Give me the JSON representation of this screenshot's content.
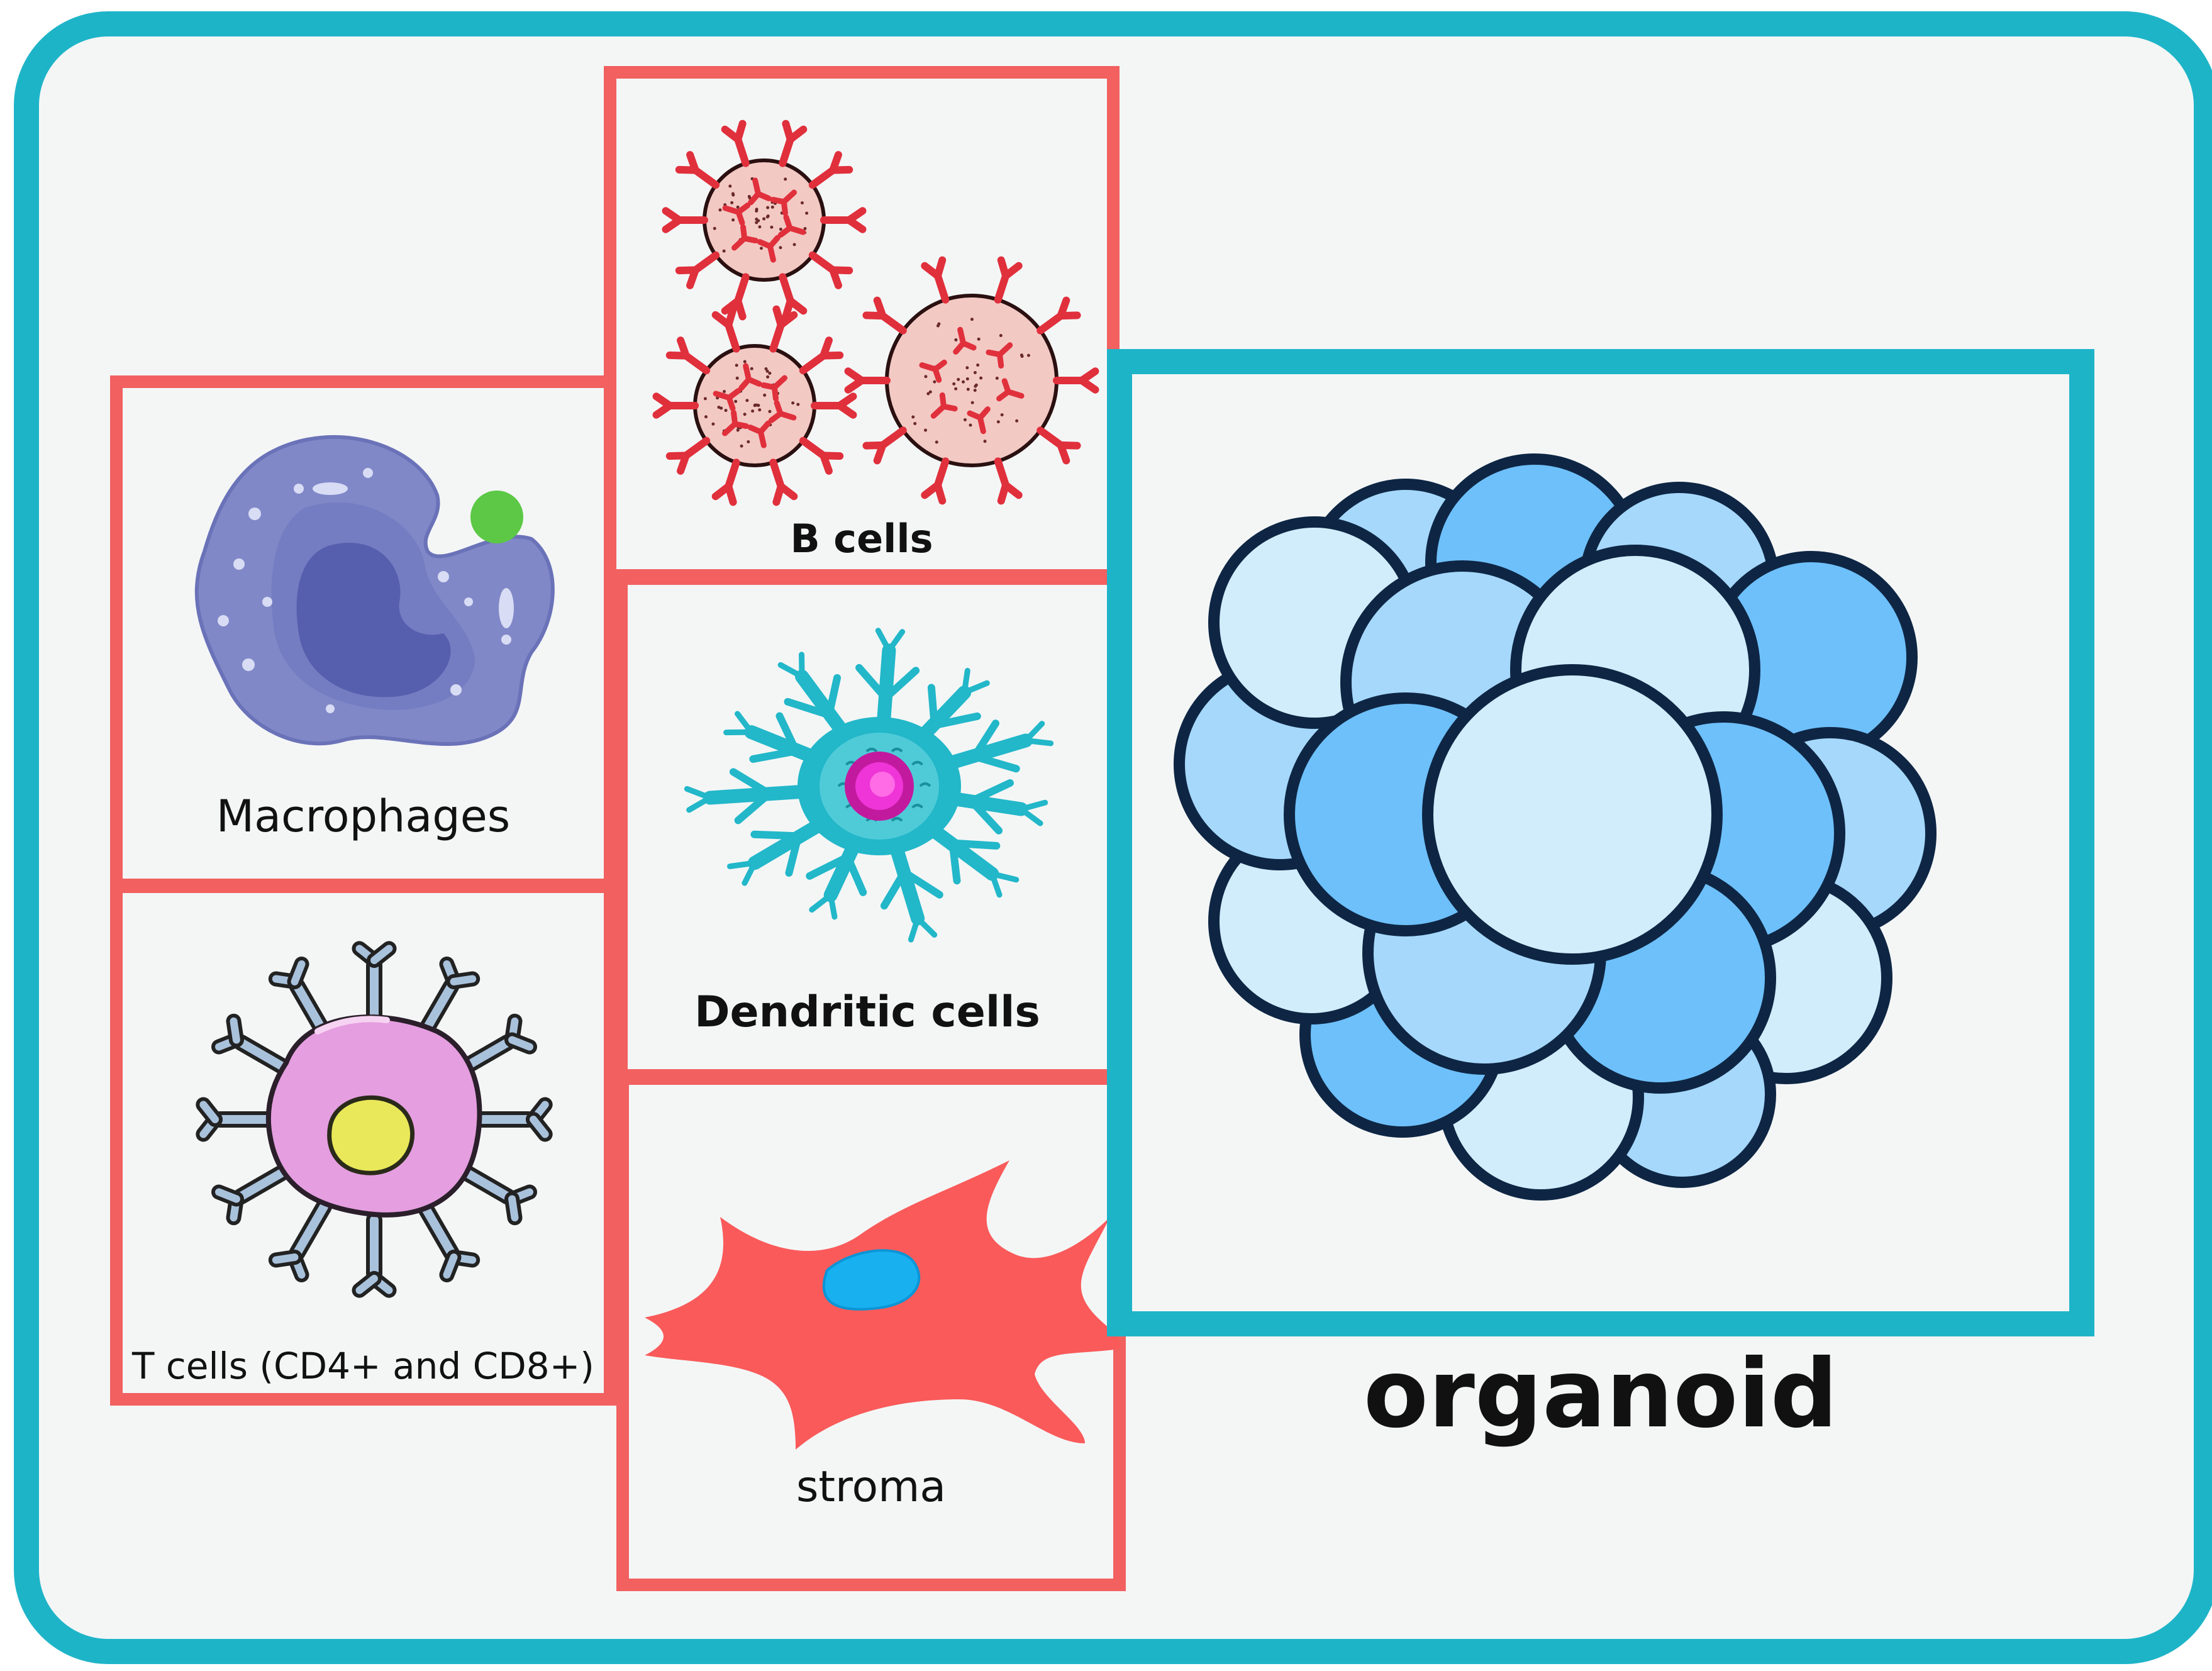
{
  "panels": {
    "macrophages": {
      "label": "Macrophages"
    },
    "t_cells": {
      "label": "T cells (CD4+ and CD8+)"
    },
    "b_cells": {
      "label": "B cells"
    },
    "dendritic_cells": {
      "label": "Dendritic cells"
    },
    "stroma": {
      "label": "stroma"
    },
    "organoid": {
      "label": "organoid"
    }
  },
  "colors": {
    "frame": "#1eb4c8",
    "panel_border": "#f26060",
    "background": "#f4f6f6"
  }
}
